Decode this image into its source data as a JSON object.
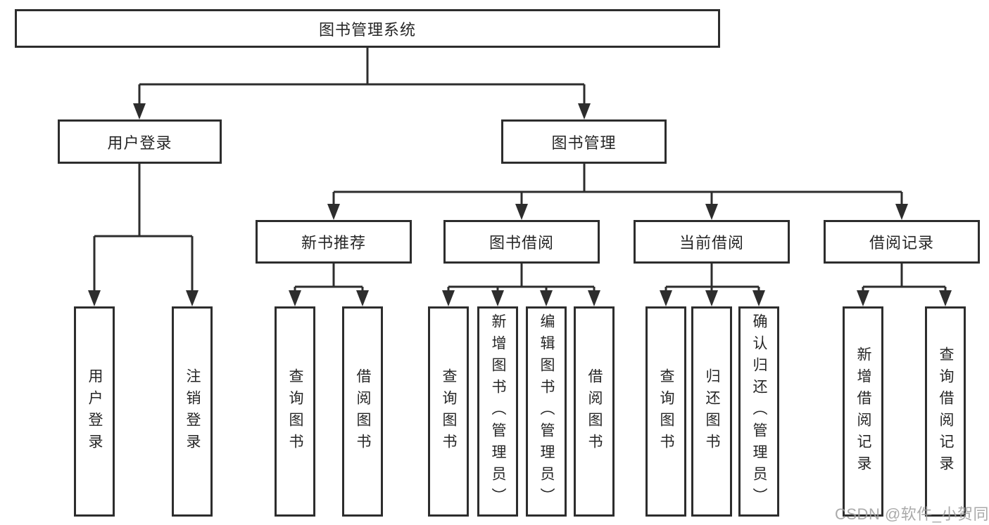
{
  "nodes": {
    "root": "图书管理系统",
    "user_login": "用户登录",
    "book_mgmt": "图书管理",
    "new_books": "新书推荐",
    "book_borrow": "图书借阅",
    "current_borrow": "当前借阅",
    "borrow_records": "借阅记录",
    "leaf_login": "用户登录",
    "leaf_logout": "注销登录",
    "nb_query": "查询图书",
    "nb_borrow": "借阅图书",
    "bb_query": "查询图书",
    "bb_add": "新增图书（管理员）",
    "bb_edit": "编辑图书（管理员）",
    "bb_borrow": "借阅图书",
    "cb_query": "查询图书",
    "cb_return": "归还图书",
    "cb_confirm": "确认归还（管理员）",
    "br_add": "新增借阅记录",
    "br_query": "查询借阅记录"
  },
  "hierarchy": {
    "图书管理系统": {
      "用户登录": [
        "用户登录",
        "注销登录"
      ],
      "图书管理": {
        "新书推荐": [
          "查询图书",
          "借阅图书"
        ],
        "图书借阅": [
          "查询图书",
          "新增图书（管理员）",
          "编辑图书（管理员）",
          "借阅图书"
        ],
        "当前借阅": [
          "查询图书",
          "归还图书",
          "确认归还（管理员）"
        ],
        "借阅记录": [
          "新增借阅记录",
          "查询借阅记录"
        ]
      }
    }
  },
  "watermark": "CSDN @软件_小贺同学",
  "colors": {
    "stroke": "#2d2d2d",
    "text": "#262626",
    "background": "#ffffff",
    "watermark": "#9e9e9e"
  }
}
